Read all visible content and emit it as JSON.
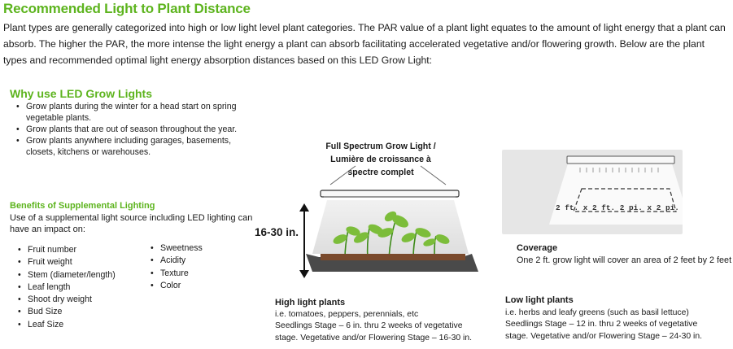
{
  "title": "Recommended Light to Plant Distance",
  "intro": "Plant types are generally categorized into high or low light level plant categories. The PAR value of a plant light equates to the amount of light energy that a plant can absorb. The higher the PAR, the more intense the light energy a plant can absorb facilitating accelerated vegetative and/or flowering growth. Below are the plant types and recommended optimal light energy absorption distances based on this LED Grow Light:",
  "why": {
    "title": "Why use LED Grow Lights",
    "items": [
      "Grow plants during the winter for a head start on spring vegetable plants.",
      "Grow plants that are out of season throughout the year.",
      "Grow plants anywhere including garages, basements, closets, kitchens or warehouses."
    ]
  },
  "benefits": {
    "title": "Benefits of Supplemental Lighting",
    "text": "Use of a supplemental light source including LED lighting can have an impact on:",
    "col1": [
      "Fruit number",
      "Fruit weight",
      "Stem (diameter/length)",
      "Leaf length",
      "Shoot dry weight",
      "Bud Size",
      "Leaf Size"
    ],
    "col2": [
      "Sweetness",
      "Acidity",
      "Texture",
      "Color"
    ]
  },
  "lamp_label": {
    "line1": "Full Spectrum Grow Light /",
    "line2": "Lumière de croissance à",
    "line3": "spectre complet"
  },
  "distance_label": "16-30 in.",
  "coverage": {
    "illustration_text": "2 ft. x 2 ft.  2 pi. x 2 pi.",
    "title": "Coverage",
    "text": "One 2 ft. grow light will cover an area of 2 feet by 2 feet"
  },
  "high_light": {
    "title": "High light plants",
    "line1": "i.e. tomatoes, peppers, perennials, etc",
    "line2": "Seedlings Stage – 6 in. thru 2 weeks of vegetative",
    "line3": "stage. Vegetative and/or Flowering Stage – 16-30 in."
  },
  "low_light": {
    "title": "Low light plants",
    "line1": "i.e. herbs and leafy greens (such as basil lettuce)",
    "line2": "Seedlings Stage – 12 in. thru 2 weeks of vegetative",
    "line3": "stage. Vegetative and/or Flowering Stage – 24-30 in."
  },
  "colors": {
    "accent_green": "#5db41e",
    "text": "#1a1a1a",
    "coverage_bg": "#e6e6e6"
  }
}
